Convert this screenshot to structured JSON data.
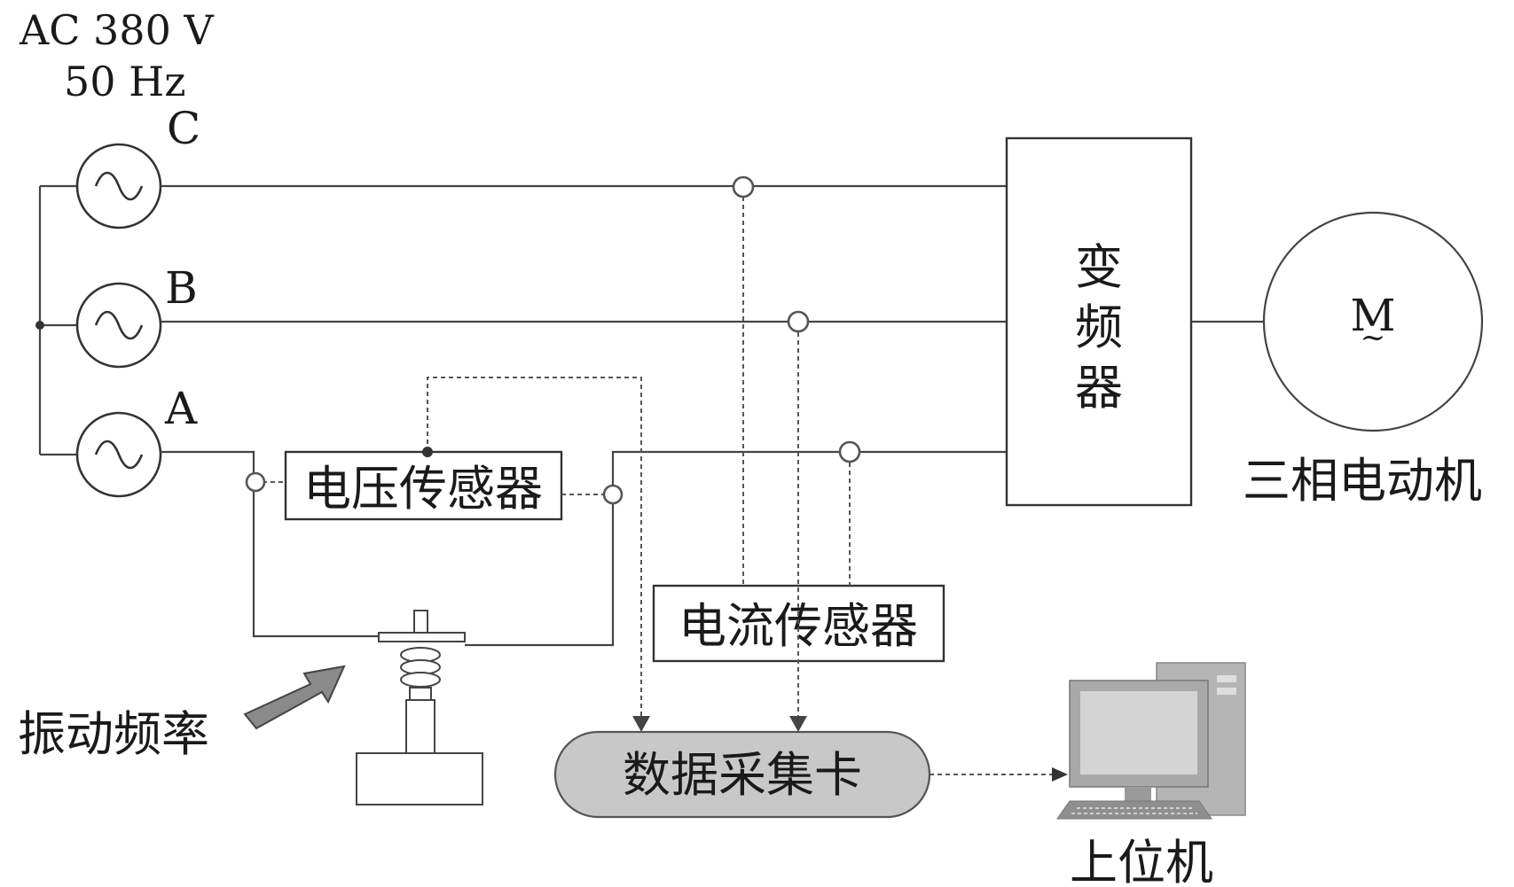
{
  "source": {
    "voltage": "AC 380 V",
    "frequency": "50 Hz",
    "phase_c": "C",
    "phase_b": "B",
    "phase_a": "A"
  },
  "blocks": {
    "voltage_sensor": "电压传感器",
    "current_sensor": "电流传感器",
    "inverter": [
      "变",
      "频",
      "器"
    ],
    "motor_symbol": "M",
    "motor_tilde": "~",
    "motor_label": "三相电动机",
    "daq_card": "数据采集卡",
    "host_pc": "上位机",
    "vibration": "振动频率"
  },
  "colors": {
    "wire": "#444444",
    "daq_fill": "#c8c8c8",
    "pc_gray": "#9a9a9a",
    "arrow_fill": "#8a8a8a"
  }
}
